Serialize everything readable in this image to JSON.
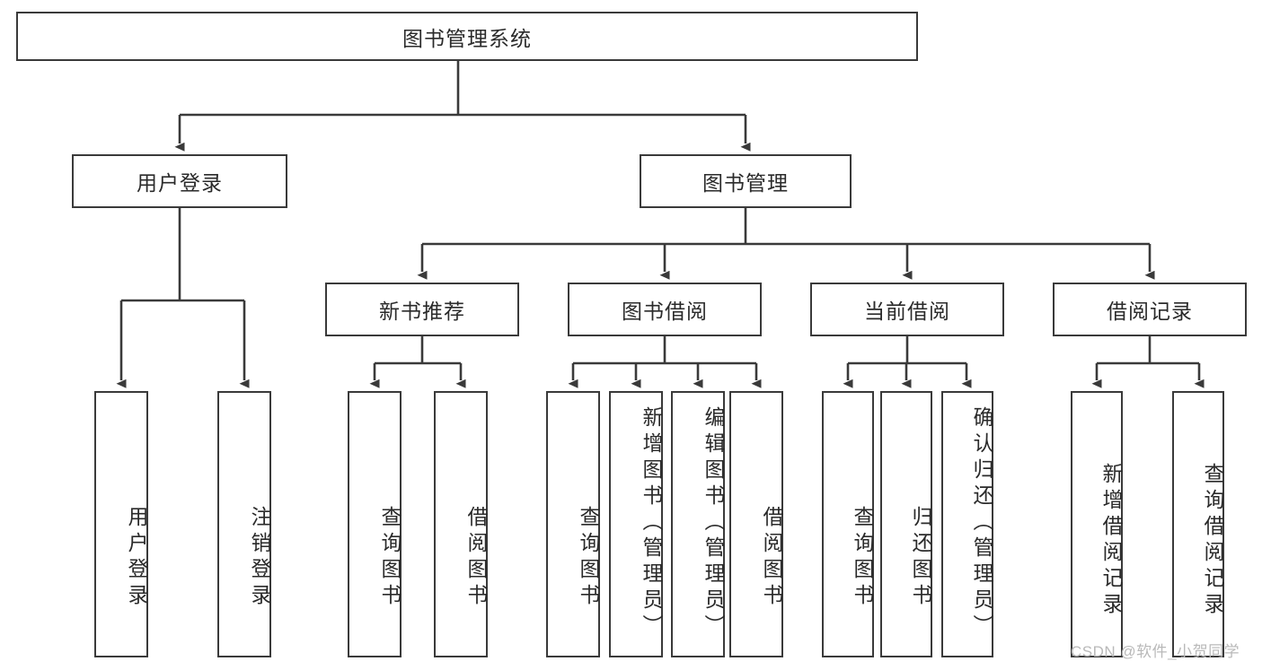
{
  "diagram": {
    "title": "图书管理系统",
    "type": "tree-hierarchy",
    "root": {
      "label": "图书管理系统"
    },
    "level2": [
      {
        "label": "用户登录"
      },
      {
        "label": "图书管理"
      }
    ],
    "level3": [
      {
        "label": "新书推荐"
      },
      {
        "label": "图书借阅"
      },
      {
        "label": "当前借阅"
      },
      {
        "label": "借阅记录"
      }
    ],
    "leaves": {
      "user_login": [
        {
          "label": "用户登录"
        },
        {
          "label": "注销登录"
        }
      ],
      "new_book_recommend": [
        {
          "label": "查询图书"
        },
        {
          "label": "借阅图书"
        }
      ],
      "book_borrow": [
        {
          "label": "查询图书"
        },
        {
          "label": "新增图书（管理员）"
        },
        {
          "label": "编辑图书（管理员）"
        },
        {
          "label": "借阅图书"
        }
      ],
      "current_borrow": [
        {
          "label": "查询图书"
        },
        {
          "label": "归还图书"
        },
        {
          "label": "确认归还（管理员）"
        }
      ],
      "borrow_record": [
        {
          "label": "新增借阅记录"
        },
        {
          "label": "查询借阅记录"
        }
      ]
    },
    "watermark": "CSDN @软件_小贺同学",
    "colors": {
      "box_border": "#3a3a3a",
      "box_fill": "#ffffff",
      "connector": "#3a3a3a",
      "text": "#2a2a2a",
      "watermark": "#b9b9b9",
      "background": "#ffffff"
    }
  }
}
